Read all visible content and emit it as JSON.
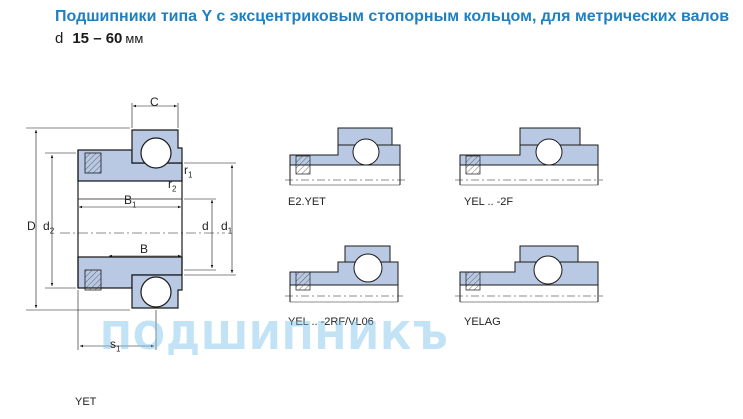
{
  "header": {
    "title": "Подшипники типа Y с эксцентриковым стопорным кольцом, для метрических валов",
    "range_symbol": "d",
    "range_value": "15 – 60",
    "range_unit": "мм"
  },
  "main_drawing": {
    "caption": "YET",
    "labels": {
      "C": "C",
      "B1": "B",
      "B1_sub": "1",
      "B": "B",
      "r1": "r",
      "r1_sub": "1",
      "r2": "r",
      "r2_sub": "2",
      "D": "D",
      "d2": "d",
      "d2_sub": "2",
      "d": "d",
      "d1": "d",
      "d1_sub": "1",
      "s1": "s",
      "s1_sub": "1"
    }
  },
  "variants": [
    {
      "caption": "E2.YET"
    },
    {
      "caption": "YEL .. -2F"
    },
    {
      "caption": "YEL .. -2RF/VL06"
    },
    {
      "caption": "YELAG"
    }
  ],
  "watermark": "ПОДШИПНИКЪ",
  "colors": {
    "title": "#1f7fc1",
    "bearing_fill": "#b9c9e3",
    "line": "#1a1a1a",
    "watermark": "#78bee8"
  }
}
